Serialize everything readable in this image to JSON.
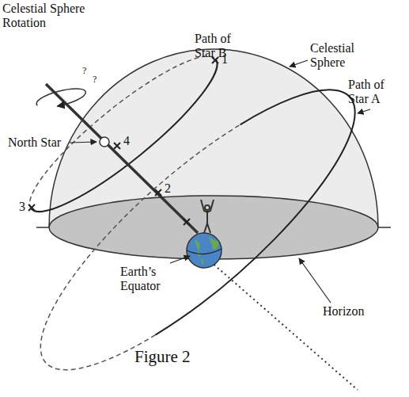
{
  "diagram": {
    "caption": "Figure 2",
    "labels": [
      "Celestial Sphere Rotation",
      "?",
      "?",
      "Path of Star B",
      "1",
      "Celestial Sphere",
      "Path of Star A",
      "North Star",
      "4",
      "2",
      "3",
      "Earth’s Equator",
      "Horizon"
    ]
  }
}
